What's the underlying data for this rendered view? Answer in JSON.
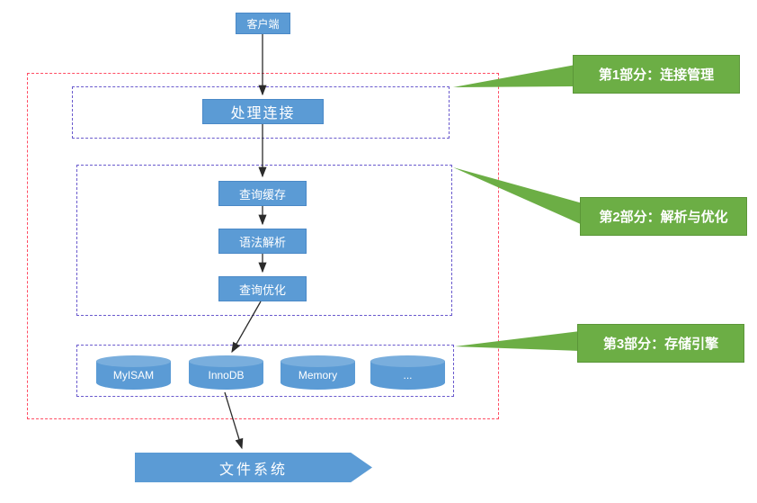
{
  "diagram": {
    "client": {
      "label": "客户端"
    },
    "sections": [
      {
        "name": "connection-management",
        "callout": "第1部分：连接管理",
        "nodes": [
          {
            "label": "处理连接"
          }
        ]
      },
      {
        "name": "parse-and-optimize",
        "callout": "第2部分：解析与优化",
        "nodes": [
          {
            "label": "查询缓存"
          },
          {
            "label": "语法解析"
          },
          {
            "label": "查询优化"
          }
        ]
      },
      {
        "name": "storage-engines",
        "callout": "第3部分：存储引擎",
        "engines": [
          "MyISAM",
          "InnoDB",
          "Memory",
          "..."
        ]
      }
    ],
    "file_system": {
      "label": "文件系统"
    }
  },
  "colors": {
    "node_blue": "#5B9BD5",
    "node_blue_border": "#4A89C7",
    "cylinder_top_blue": "#79AEDD",
    "callout_green": "#6CAE45",
    "callout_green_border": "#5B9638",
    "outer_dashed_red": "#FF4D64",
    "section_dashed_purple": "#6A5ACD",
    "arrow_black": "#2B2B2B"
  }
}
